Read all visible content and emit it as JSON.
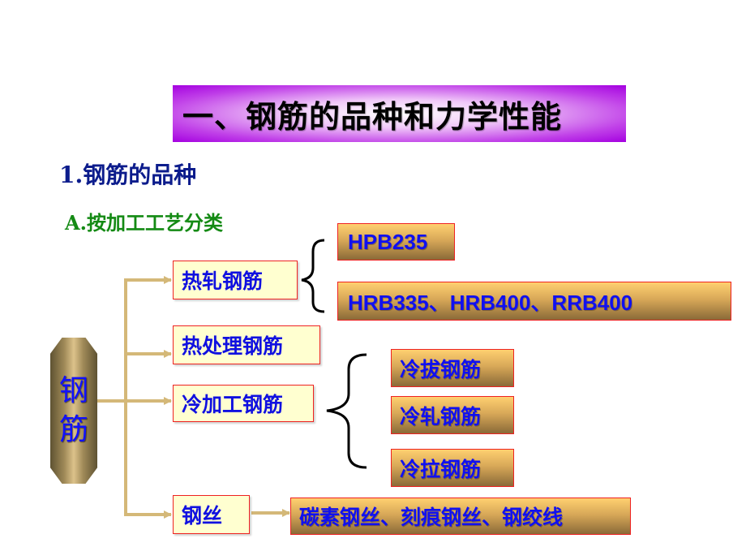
{
  "slide": {
    "title": "一、钢筋的品种和力学性能",
    "heading": "1.钢筋的品种",
    "subheading": "A.按加工工艺分类"
  },
  "diagram": {
    "root": {
      "char1": "钢",
      "char2": "筋"
    },
    "categories": [
      {
        "label": "热轧钢筋",
        "children": [
          "HPB235",
          "HRB335、HRB400、RRB400"
        ]
      },
      {
        "label": "热处理钢筋",
        "children": []
      },
      {
        "label": "冷加工钢筋",
        "children": [
          "冷拔钢筋",
          "冷轧钢筋",
          "冷拉钢筋"
        ]
      },
      {
        "label": "钢丝",
        "children": [
          "碳素钢丝、刻痕钢丝、钢绞线"
        ]
      }
    ],
    "colors": {
      "connector": "#d4b878",
      "category_fill": "#ffffd0",
      "border": "#ee2222",
      "text_blue": "#1010f0",
      "heading_blue": "#0c1c8c",
      "subheading_green": "#148a14",
      "title_purple": "#a400e0"
    }
  }
}
